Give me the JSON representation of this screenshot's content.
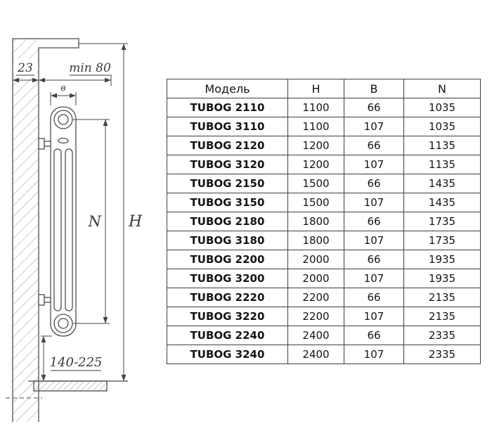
{
  "diagram": {
    "dims": {
      "wall_offset": "23",
      "min_depth": "min 80",
      "depth_label": "в",
      "center_distance": "N",
      "height": "H",
      "floor_clearance": "140-225"
    }
  },
  "table": {
    "headers": [
      "Модель",
      "H",
      "B",
      "N"
    ],
    "rows": [
      [
        "TUBOG 2110",
        "1100",
        "66",
        "1035"
      ],
      [
        "TUBOG 3110",
        "1100",
        "107",
        "1035"
      ],
      [
        "TUBOG 2120",
        "1200",
        "66",
        "1135"
      ],
      [
        "TUBOG 3120",
        "1200",
        "107",
        "1135"
      ],
      [
        "TUBOG 2150",
        "1500",
        "66",
        "1435"
      ],
      [
        "TUBOG 3150",
        "1500",
        "107",
        "1435"
      ],
      [
        "TUBOG 2180",
        "1800",
        "66",
        "1735"
      ],
      [
        "TUBOG 3180",
        "1800",
        "107",
        "1735"
      ],
      [
        "TUBOG 2200",
        "2000",
        "66",
        "1935"
      ],
      [
        "TUBOG 3200",
        "2000",
        "107",
        "1935"
      ],
      [
        "TUBOG 2220",
        "2200",
        "66",
        "2135"
      ],
      [
        "TUBOG 3220",
        "2200",
        "107",
        "2135"
      ],
      [
        "TUBOG 2240",
        "2400",
        "66",
        "2335"
      ],
      [
        "TUBOG 3240",
        "2400",
        "107",
        "2335"
      ]
    ]
  }
}
